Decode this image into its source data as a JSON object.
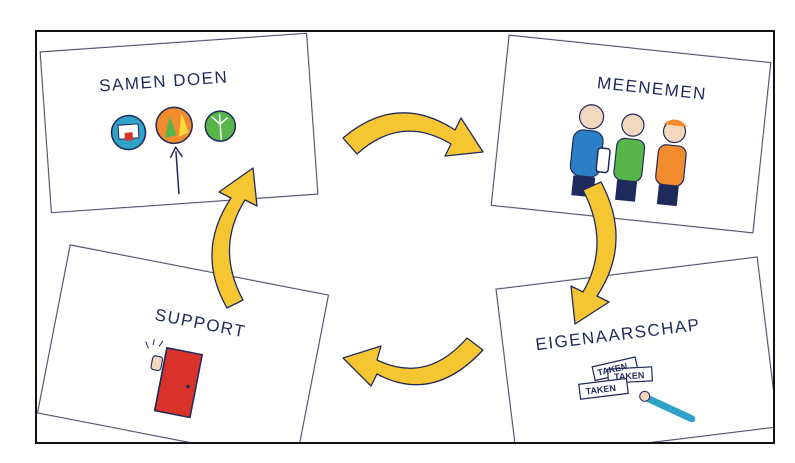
{
  "cards": {
    "samen_doen": {
      "title": "SAMEN DOEN"
    },
    "meenemen": {
      "title": "MEENEMEN"
    },
    "eigenaarschap": {
      "title": "EIGENAARSCHAP",
      "sign_labels": [
        "TAKEN",
        "TAKEN",
        "TAKEN"
      ]
    },
    "support": {
      "title": "SUPPORT"
    }
  },
  "colors": {
    "arrow": "#f6c632",
    "ink": "#1f2a5c",
    "card_border": "#4a4f66"
  }
}
